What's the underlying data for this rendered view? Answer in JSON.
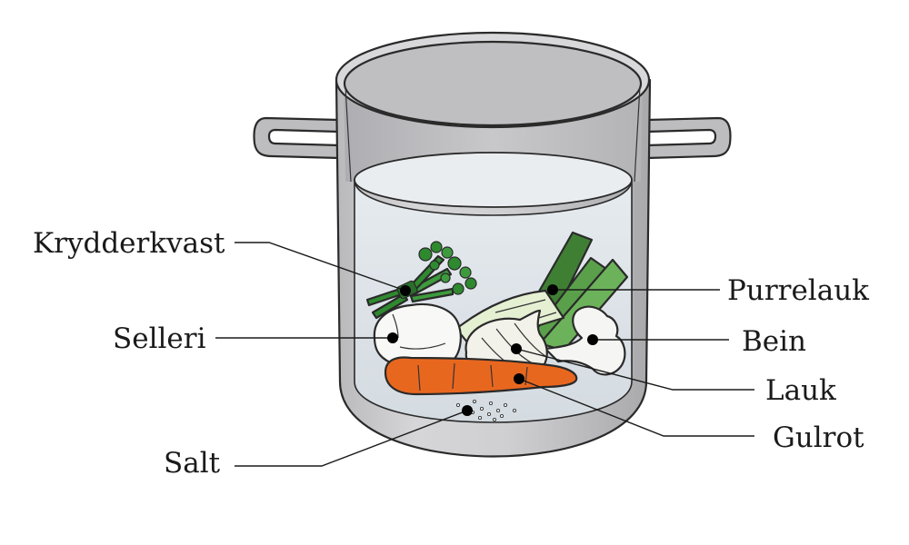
{
  "labels": {
    "krydderkvast": "Krydderkvast",
    "selleri": "Selleri",
    "salt": "Salt",
    "purrelauk": "Purrelauk",
    "bein": "Bein",
    "lauk": "Lauk",
    "gulrot": "Gulrot"
  },
  "colors": {
    "pot_metal": "#c9c9cb",
    "pot_dark": "#a7a7aa",
    "water": "#dfe5ea",
    "leek_green": "#4a8a3a",
    "carrot": "#e8671f",
    "herb_green": "#2f8a2f"
  }
}
